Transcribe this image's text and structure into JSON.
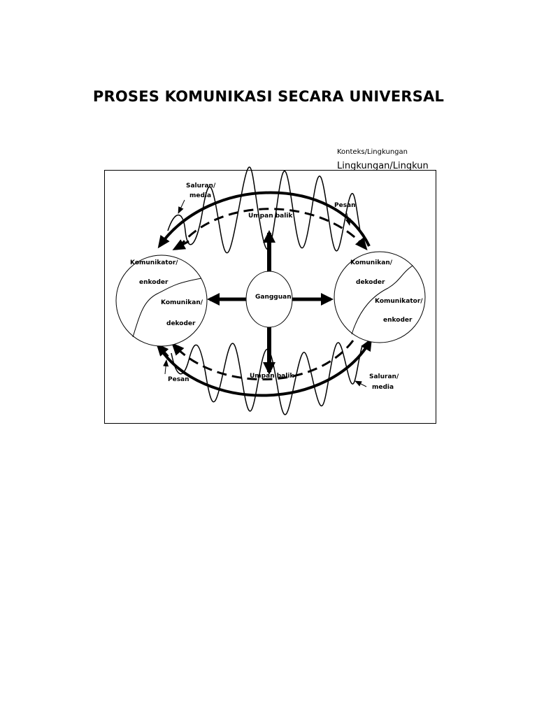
{
  "title": "PROSES KOMUNIKASI SECARA UNIVERSAL",
  "context": {
    "label": "Konteks/Lingkungan",
    "clipped_label": "Lingkungan/Lingkunga"
  },
  "left_circle": {
    "top_line1": "Komunikator/",
    "top_line2": "enkoder",
    "bottom_line1": "Komunikan/",
    "bottom_line2": "dekoder"
  },
  "right_circle": {
    "top_line1": "Komunikan/",
    "top_line2": "dekoder",
    "bottom_line1": "Komunikator/",
    "bottom_line2": "enkoder"
  },
  "center": {
    "label": "Gangguan"
  },
  "labels": {
    "channel_top_1": "Saluran/",
    "channel_top_2": "media",
    "message_top": "Pesan",
    "feedback_top": "Umpan balik",
    "feedback_bottom": "Umpan balik",
    "message_bottom": "Pesan",
    "channel_bottom_1": "Saluran/",
    "channel_bottom_2": "media"
  }
}
